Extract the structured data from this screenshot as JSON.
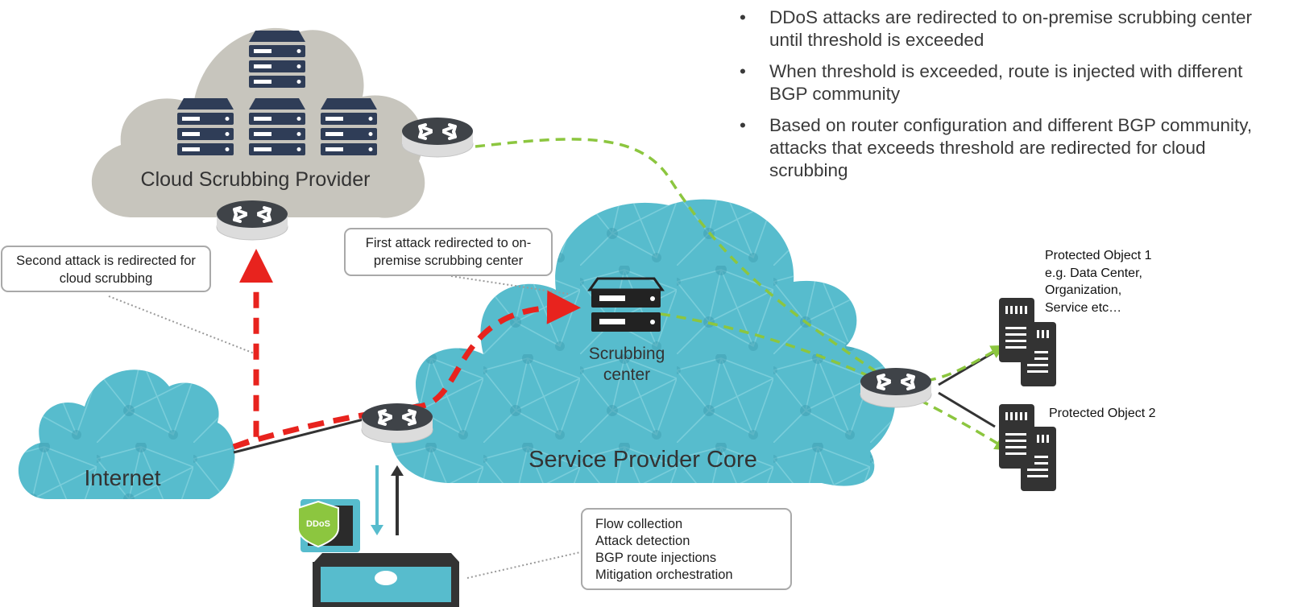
{
  "bullets": [
    "DDoS attacks are redirected to on-premise scrubbing center until threshold is exceeded",
    "When threshold is exceeded, route is injected with different BGP community",
    "Based on router configuration and different BGP community, attacks that exceeds threshold are redirected for cloud scrubbing"
  ],
  "labels": {
    "cloud_provider": "Cloud Scrubbing Provider",
    "internet": "Internet",
    "sp_core": "Service Provider Core",
    "scrubbing_line1": "Scrubbing",
    "scrubbing_line2": "center",
    "ddos_badge": "DDoS"
  },
  "callouts": {
    "second_attack": "Second attack is redirected for cloud scrubbing",
    "first_attack": "First attack redirected to on-premise scrubbing center",
    "functions": [
      "Flow collection",
      "Attack detection",
      "BGP route injections",
      "Mitigation orchestration"
    ]
  },
  "protected": {
    "obj1": [
      "Protected Object 1",
      "e.g. Data Center,",
      "Organization,",
      "Service etc…"
    ],
    "obj2": "Protected Object 2"
  },
  "colors": {
    "cloud_teal": "#57bccd",
    "cloud_gray": "#c7c5bd",
    "attack_red": "#e8231e",
    "clean_green": "#8cc63f",
    "router_dark": "#3f4348",
    "server_navy": "#2f3d57"
  }
}
